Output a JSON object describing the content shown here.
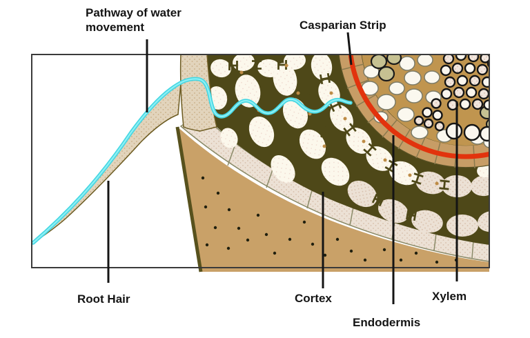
{
  "labels": {
    "pathway_line1": "Pathway of water",
    "pathway_line2": "movement",
    "casparian": "Casparian Strip",
    "root_hair": "Root Hair",
    "cortex": "Cortex",
    "endodermis": "Endodermis",
    "xylem": "Xylem"
  },
  "colors": {
    "background": "#ffffff",
    "box-border": "#3a3a3a",
    "label-text": "#141414",
    "pointer": "#141414",
    "pathway-cyan": "#5fe5ec",
    "casparian-red": "#e2330d",
    "cortex-wall": "#4e4818",
    "cream": "#fcf8ec",
    "endodermis-tan": "#c79d66",
    "stele-tan": "#c0954f",
    "epidermis-beige": "#e2d4bc",
    "epidermis-light": "#ece1d5",
    "soil-tan": "#c9a168",
    "khaki": "#c6c192",
    "hair-outline": "#6b5a20"
  }
}
